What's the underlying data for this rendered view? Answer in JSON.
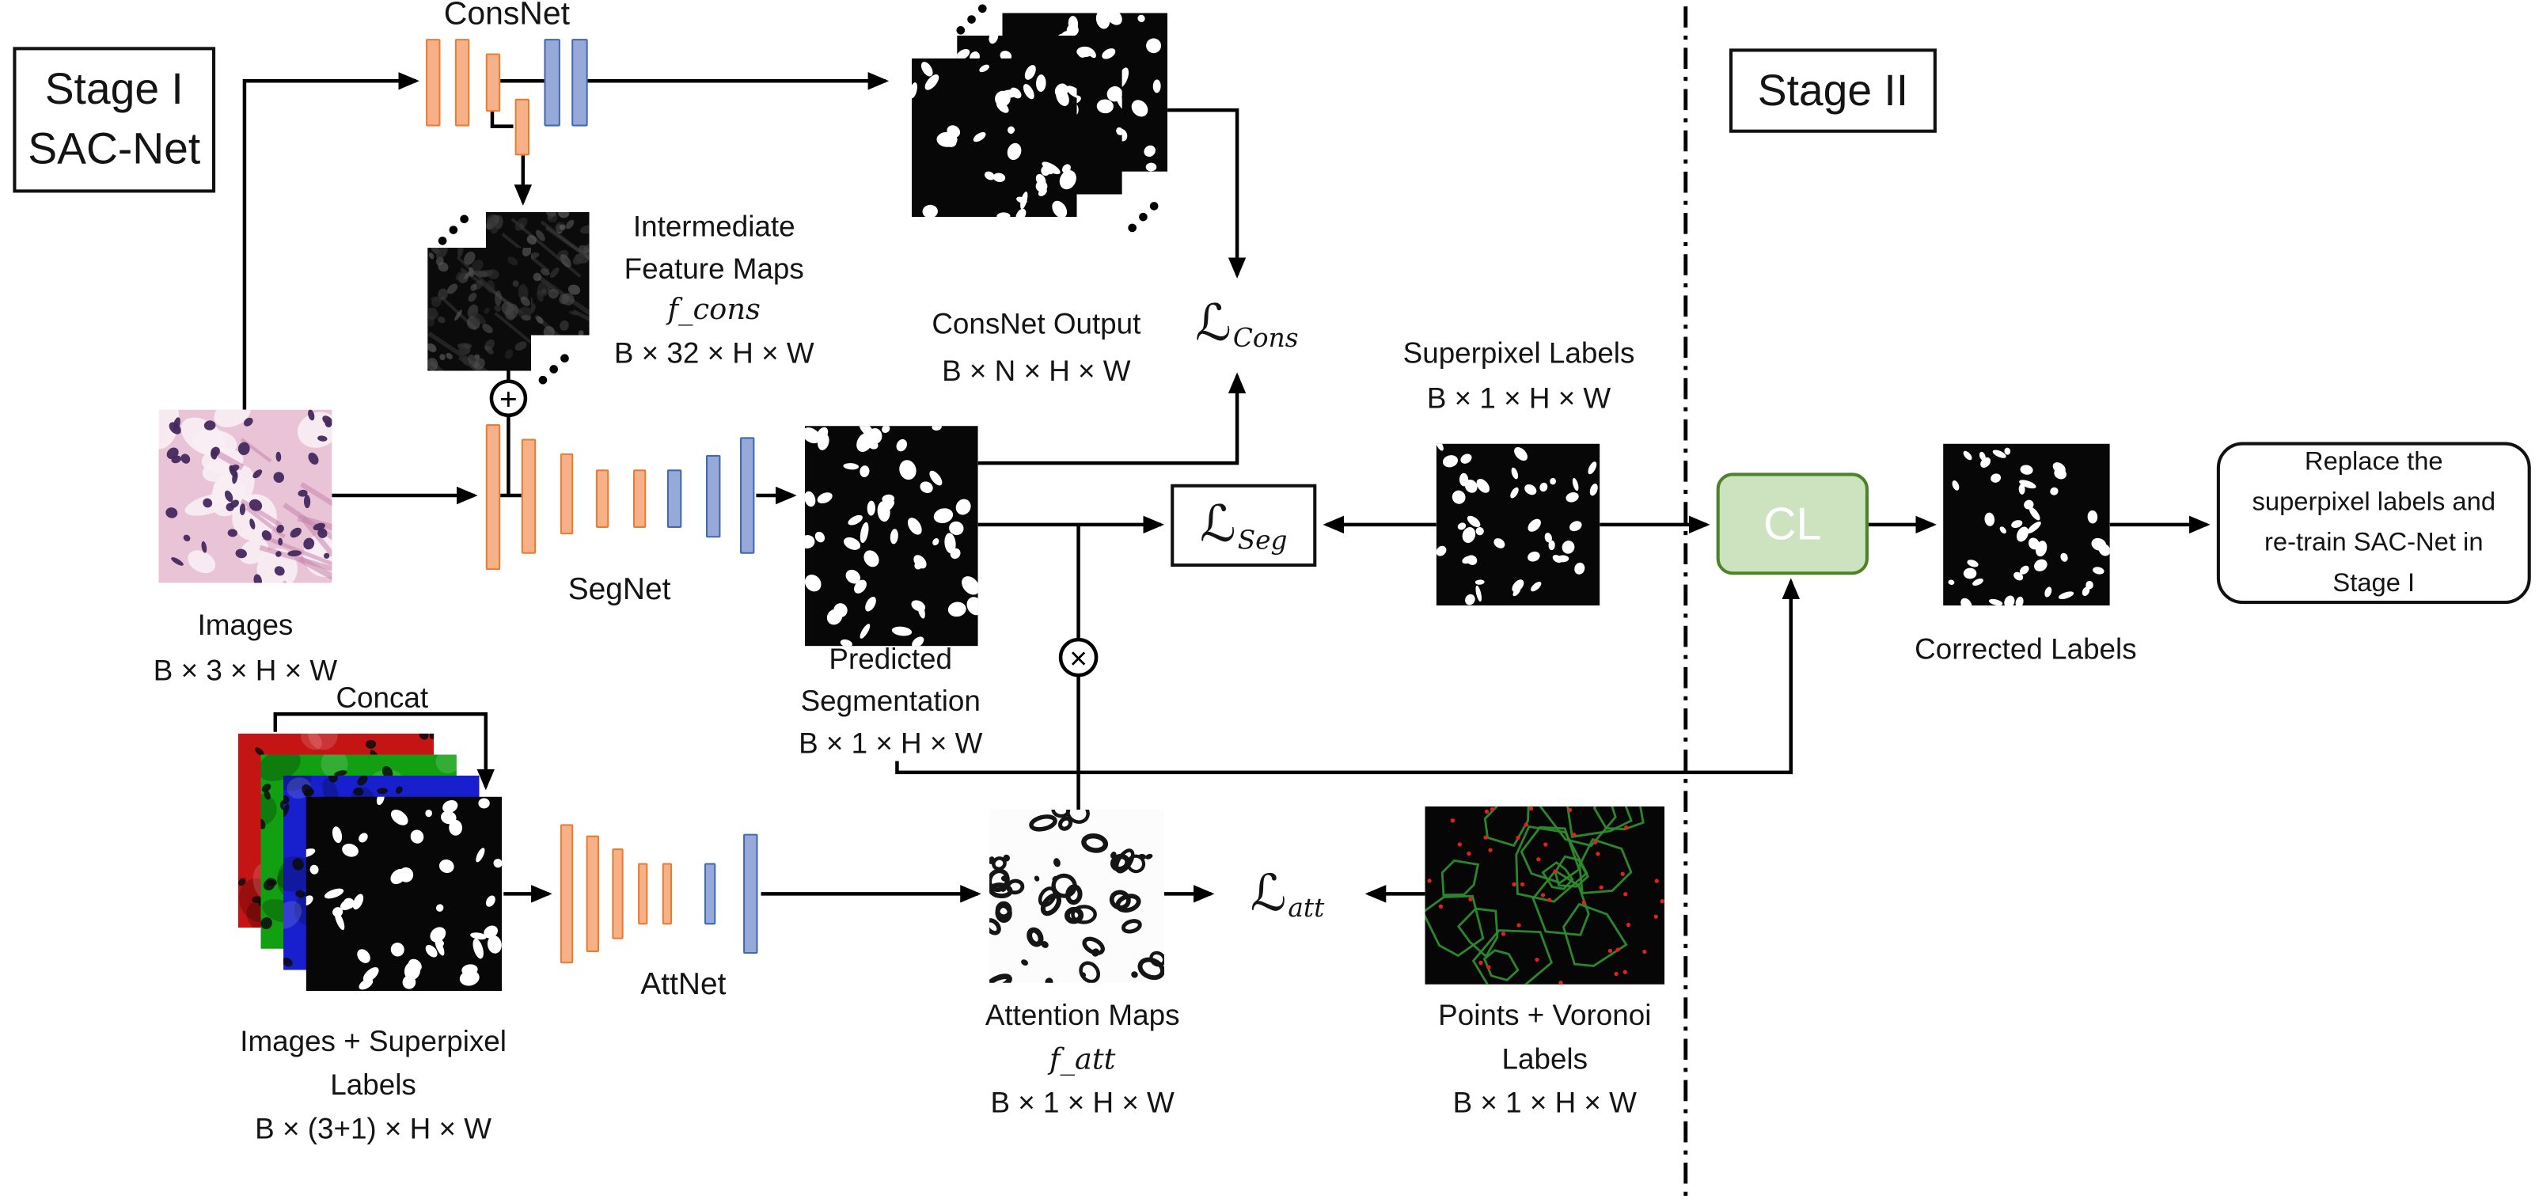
{
  "figure": {
    "stage1": {
      "line1": "Stage I",
      "line2": "SAC-Net"
    },
    "stage2": {
      "label": "Stage II"
    },
    "consnet": {
      "label": "ConsNet"
    },
    "consnet_output": {
      "title": "ConsNet Output",
      "dims": "B × N × H × W"
    },
    "intermediate": {
      "line1": "Intermediate",
      "line2": "Feature Maps",
      "math": "f_cons",
      "dims": "B × 32 × H × W"
    },
    "images": {
      "title": "Images",
      "dims": "B × 3 × H × W"
    },
    "segnet": {
      "label": "SegNet"
    },
    "predicted": {
      "line1": "Predicted",
      "line2": "Segmentation",
      "dims": "B × 1 × H × W"
    },
    "loss_cons": {
      "symbol": "ℒ",
      "sub": "Cons"
    },
    "loss_seg": {
      "symbol": "ℒ",
      "sub": "Seg"
    },
    "loss_att": {
      "symbol": "ℒ",
      "sub": "att"
    },
    "superpixel": {
      "title": "Superpixel Labels",
      "dims": "B × 1 × H × W"
    },
    "cl": {
      "label": "CL"
    },
    "corrected": {
      "label": "Corrected Labels"
    },
    "replace": {
      "line1": "Replace the",
      "line2": "superpixel labels and",
      "line3": "re-train SAC-Net in",
      "line4": "Stage I"
    },
    "concat": {
      "label": "Concat"
    },
    "stack_input": {
      "line1": "Images + Superpixel",
      "line2": "Labels",
      "dims": "B × (3+1) × H × W"
    },
    "attnet": {
      "label": "AttNet"
    },
    "attention": {
      "title": "Attention Maps",
      "math": "f_att",
      "dims": "B × 1 × H × W"
    },
    "voronoi": {
      "line1": "Points + Voronoi",
      "line2": "Labels",
      "dims": "B × 1 × H × W"
    },
    "operators": {
      "add": "+",
      "multiply": "×"
    }
  },
  "colors": {
    "encoder_bar_fill": "#f6b189",
    "encoder_bar_border": "#e87c31",
    "decoder_bar_fill": "#96a9d9",
    "decoder_bar_border": "#4168b2",
    "cl_fill": "#cde3bf",
    "cl_border": "#4e8228",
    "voronoi_line": "#2e8b2e",
    "voronoi_point": "#e22020",
    "wire": "#000000"
  }
}
